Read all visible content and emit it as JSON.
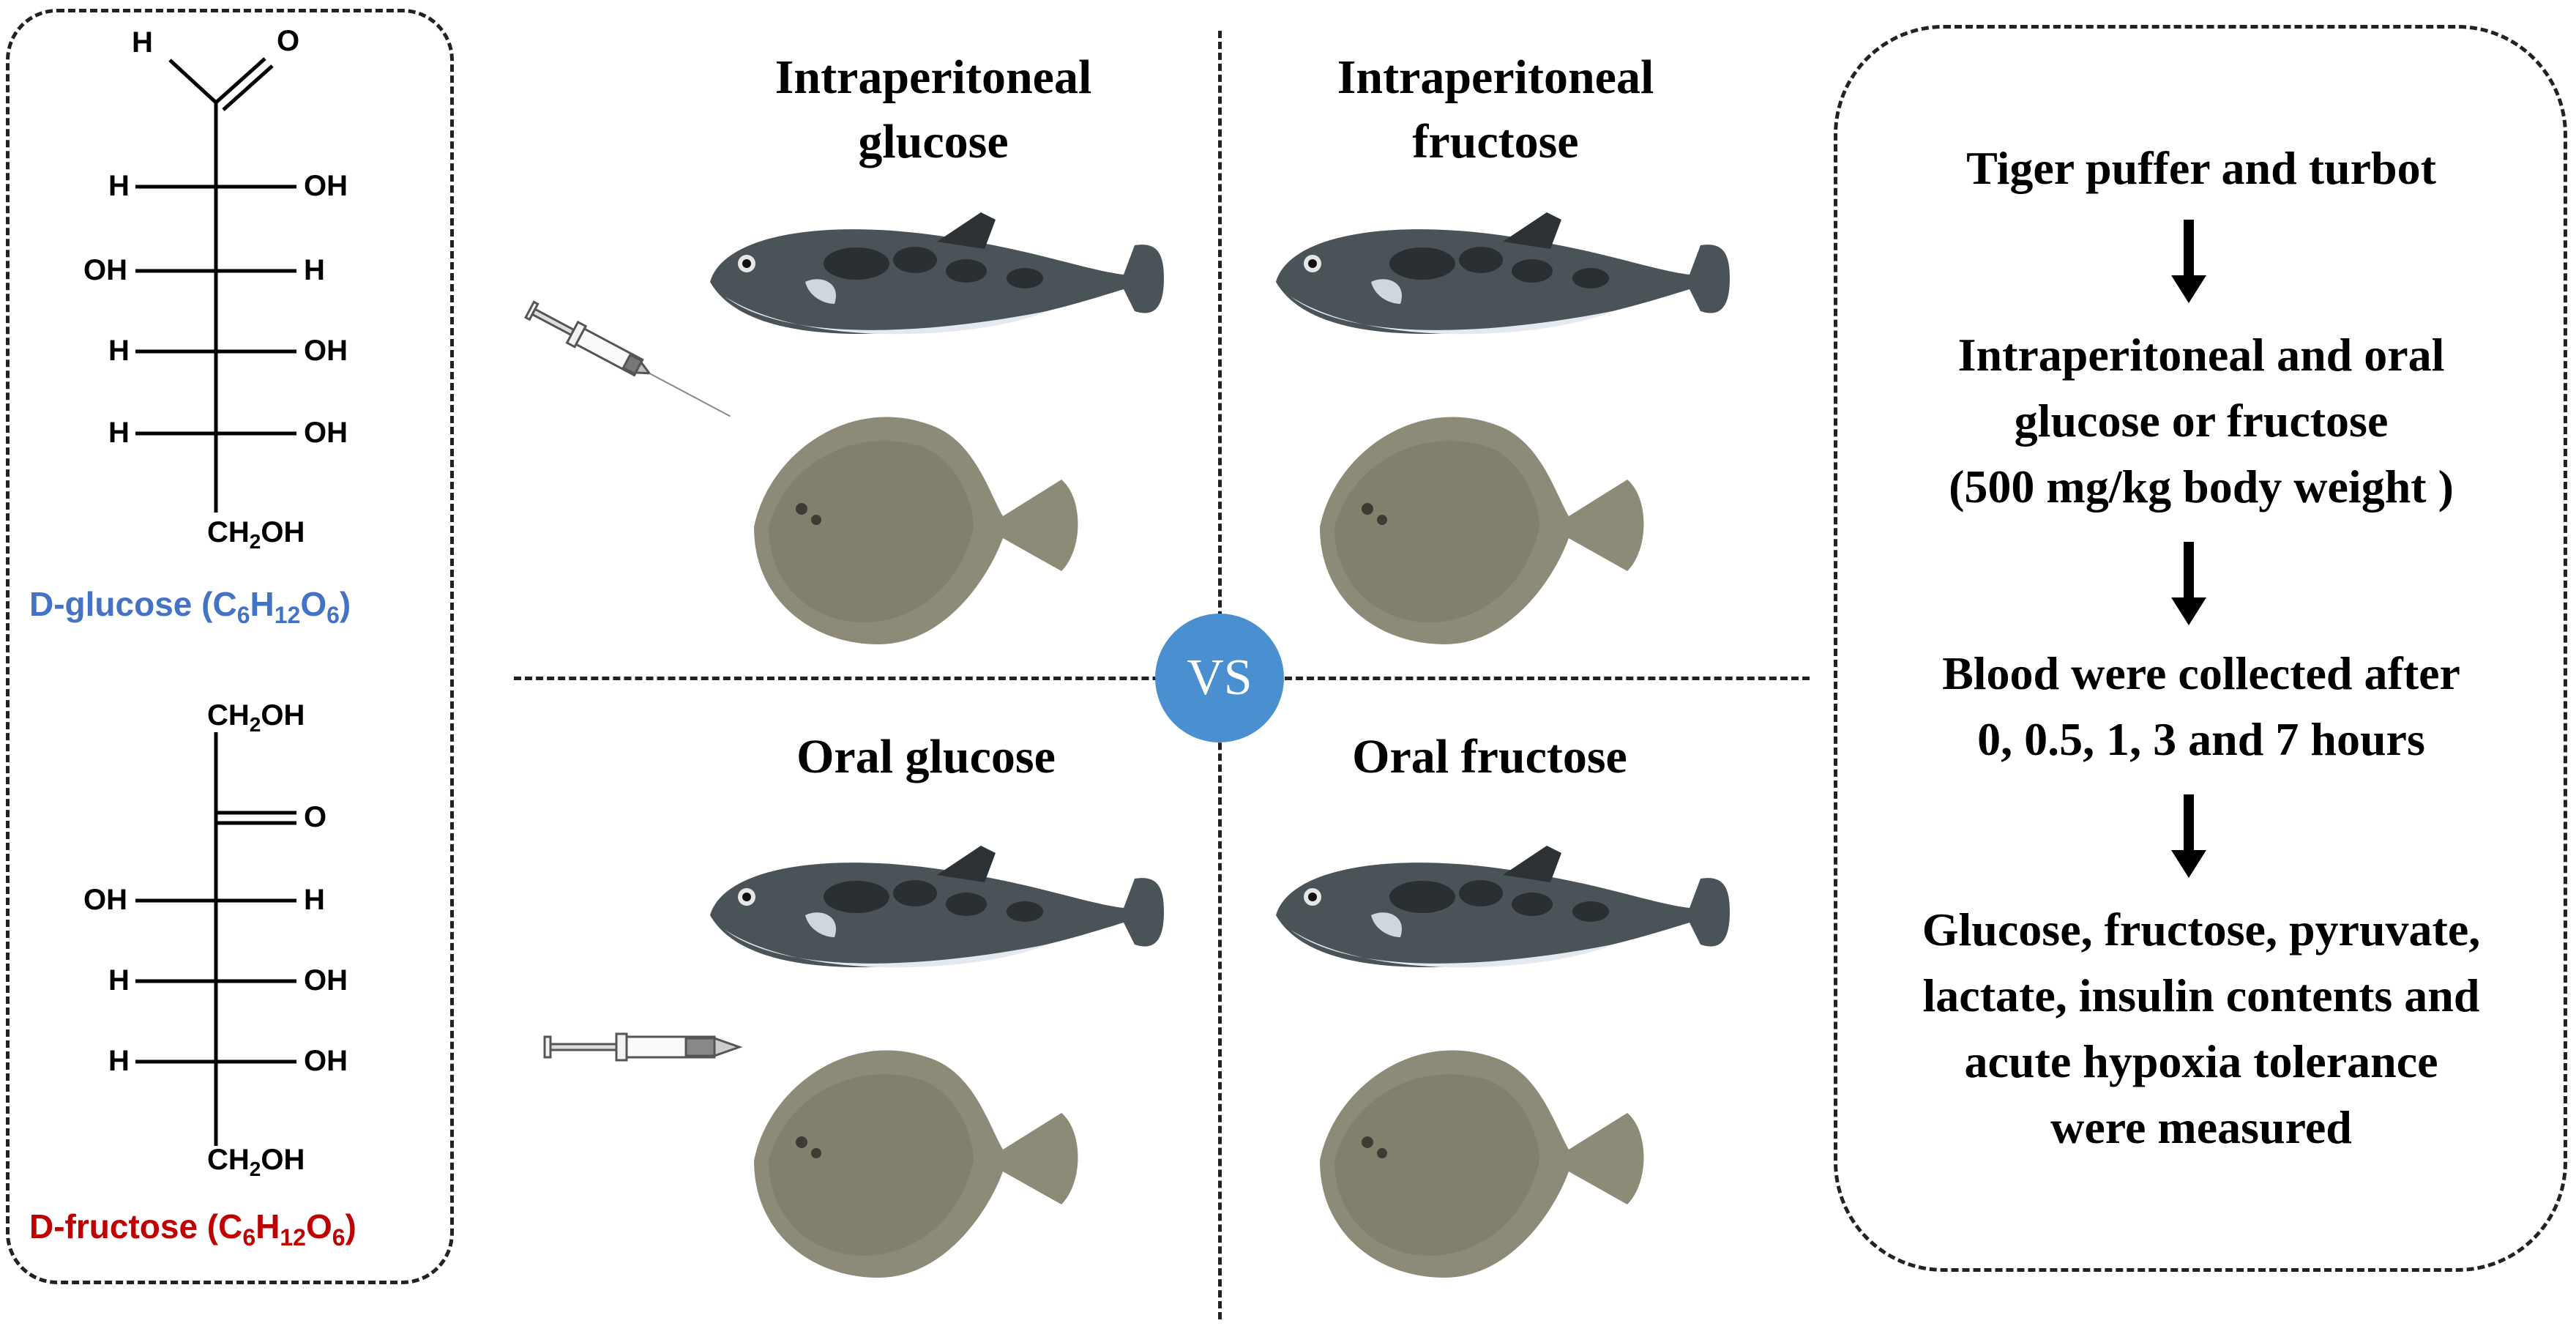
{
  "structures": {
    "glucose": {
      "name_prefix": "D-glucose (C",
      "c": "6",
      "h_mid": "H",
      "h_count": "12",
      "o_mid": "O",
      "o_count": "6",
      "suffix": ")",
      "color": "#4472c4",
      "atoms": {
        "top_h": "H",
        "top_o": "O",
        "r1_left": "H",
        "r1_right": "OH",
        "r2_left": "OH",
        "r2_right": "H",
        "r3_left": "H",
        "r3_right": "OH",
        "r4_left": "H",
        "r4_right": "OH",
        "bottom": "CH",
        "bottom_sub": "2",
        "bottom_end": "OH"
      }
    },
    "fructose": {
      "name_prefix": "D-fructose (C",
      "c": "6",
      "h_mid": "H",
      "h_count": "12",
      "o_mid": "O",
      "o_count": "6",
      "suffix": ")",
      "color": "#c00000",
      "atoms": {
        "top": "CH",
        "top_sub": "2",
        "top_end": "OH",
        "keto": "O",
        "r1_left": "OH",
        "r1_right": "H",
        "r2_left": "H",
        "r2_right": "OH",
        "r3_left": "H",
        "r3_right": "OH",
        "bottom": "CH",
        "bottom_sub": "2",
        "bottom_end": "OH"
      }
    }
  },
  "cells": {
    "ip_glucose": {
      "line1": "Intraperitoneal",
      "line2": "glucose"
    },
    "ip_fructose": {
      "line1": "Intraperitoneal",
      "line2": "fructose"
    },
    "oral_glucose": {
      "line1": "Oral glucose"
    },
    "oral_fructose": {
      "line1": "Oral fructose"
    }
  },
  "vs_label": "VS",
  "workflow": {
    "step1": [
      "Tiger puffer and turbot"
    ],
    "step2": [
      "Intraperitoneal and oral",
      "glucose or fructose",
      "(500 mg/kg body weight )"
    ],
    "step3": [
      "Blood were collected after",
      "0, 0.5, 1, 3 and 7 hours"
    ],
    "step4": [
      "Glucose, fructose, pyruvate,",
      "lactate, insulin contents and",
      "acute hypoxia tolerance",
      "were measured"
    ]
  },
  "colors": {
    "vs_circle": "#4a8fd0",
    "puffer_back": "#4a5358",
    "puffer_belly": "#e4e9f0",
    "turbot": "#8d8a78"
  }
}
